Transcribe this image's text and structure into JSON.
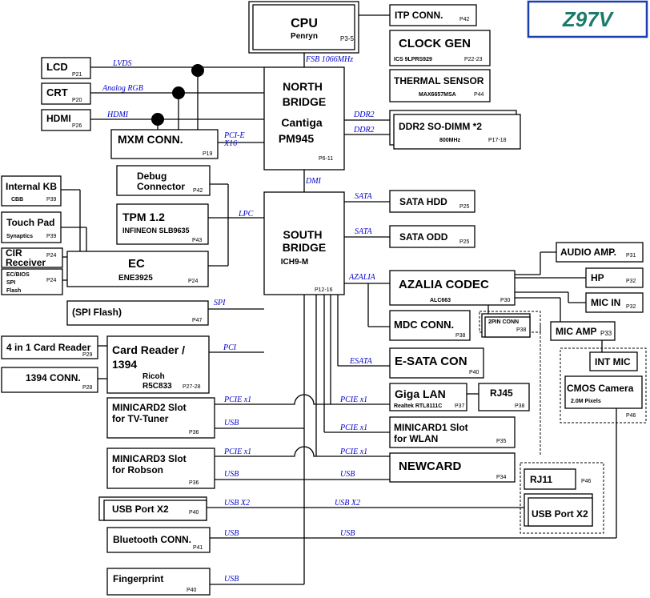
{
  "diagram_title": "Z97V",
  "blocks": {
    "cpu": {
      "name": "CPU",
      "sub": "Penryn",
      "page": "P3-5"
    },
    "itp": {
      "name": "ITP CONN.",
      "page": "P42"
    },
    "clock": {
      "name": "CLOCK GEN",
      "sub": "ICS 9LPRS929",
      "page": "P22-23"
    },
    "thermal": {
      "name": "THERMAL SENSOR",
      "sub": "MAX6657MSA",
      "page": "P44"
    },
    "nb": {
      "line1": "NORTH",
      "line2": "BRIDGE",
      "line3": "Cantiga",
      "line4": "PM945",
      "page": "P6-11"
    },
    "ddr": {
      "name": "DDR2 SO-DIMM *2",
      "sub": "800MHz",
      "page": "P17-18"
    },
    "lcd": {
      "name": "LCD",
      "page": "P21"
    },
    "crt": {
      "name": "CRT",
      "page": "P20"
    },
    "hdmi": {
      "name": "HDMI",
      "page": "P26"
    },
    "mxm": {
      "name": "MXM CONN.",
      "page": "P19"
    },
    "debug": {
      "line1": "Debug",
      "line2": "Connector",
      "page": "P42"
    },
    "tpm": {
      "name": "TPM 1.2",
      "sub": "INFINEON SLB9635",
      "page": "P43"
    },
    "sb": {
      "line1": "SOUTH",
      "line2": "BRIDGE",
      "line3": "ICH9-M",
      "page": "P12-16"
    },
    "sata_hdd": {
      "name": "SATA HDD",
      "page": "P25"
    },
    "sata_odd": {
      "name": "SATA ODD",
      "page": "P25"
    },
    "kb": {
      "name": "Internal KB",
      "sub": "CBB",
      "page": "P39"
    },
    "touchpad": {
      "name": "Touch Pad",
      "sub": "Synaptics",
      "page": "P39"
    },
    "cir": {
      "line1": "CIR",
      "line2": "Receiver",
      "page": "P24"
    },
    "ecbios": {
      "line1": "EC/BIOS",
      "line2": "SPI",
      "line3": "Flash",
      "page": "P24"
    },
    "ec": {
      "name": "EC",
      "sub": "ENE3925",
      "page": "P24"
    },
    "spiflash": {
      "name": "(SPI Flash)",
      "page": "P47"
    },
    "audioamp": {
      "name": "AUDIO AMP.",
      "page": "P31"
    },
    "hp": {
      "name": "HP",
      "page": "P32"
    },
    "micin": {
      "name": "MIC IN",
      "page": "P32"
    },
    "azalia": {
      "name": "AZALIA CODEC",
      "sub": "ALC663",
      "page": "P30"
    },
    "mdc": {
      "name": "MDC CONN.",
      "page": "P38"
    },
    "pin2": {
      "name": "2PIN CONN",
      "page": "P38"
    },
    "micamp": {
      "name": "MIC AMP",
      "page": "P33"
    },
    "intmic": {
      "name": "INT MIC"
    },
    "cmos": {
      "name": "CMOS Camera",
      "sub": "2.0M Pixels",
      "page": "P46"
    },
    "cardreader4": {
      "name": "4 in 1 Card Reader",
      "page": "P29"
    },
    "c1394": {
      "name": "1394 CONN.",
      "page": "P28"
    },
    "cardreader": {
      "line1": "Card Reader /",
      "line2": "1394",
      "line3": "Ricoh",
      "line4": "R5C833",
      "page": "P27-28"
    },
    "esata": {
      "name": "E-SATA CON",
      "page": "P40"
    },
    "gigalan": {
      "name": "Giga LAN",
      "sub": "Realtek RTL8111C",
      "page": "P37"
    },
    "rj45": {
      "name": "RJ45",
      "page": "P38"
    },
    "minicard2": {
      "line1": "MINICARD2 Slot",
      "line2": "for TV-Tuner",
      "page": "P36"
    },
    "minicard1": {
      "line1": "MINICARD1 Slot",
      "line2": "for WLAN",
      "page": "P35"
    },
    "minicard3": {
      "line1": "MINICARD3 Slot",
      "line2": "for Robson",
      "page": "P36"
    },
    "newcard": {
      "name": "NEWCARD",
      "page": "P34"
    },
    "rj11": {
      "name": "RJ11",
      "page": "P46"
    },
    "usbx2_left": {
      "name": "USB Port X2",
      "page": "P40"
    },
    "usbx2_right": {
      "name": "USB Port X2"
    },
    "bluetooth": {
      "name": "Bluetooth CONN.",
      "page": "P41"
    },
    "fingerprint": {
      "name": "Fingerprint",
      "page": "P40"
    }
  },
  "buses": {
    "fsb": "FSB 1066MHz",
    "lvds": "LVDS",
    "analog_rgb": "Analog RGB",
    "hdmi": "HDMI",
    "pcie_x16_a": "PCI-E",
    "pcie_x16_b": "X16",
    "ddr2_a": "DDR2",
    "ddr2_b": "DDR2",
    "dmi": "DMI",
    "lpc": "LPC",
    "sata_a": "SATA",
    "sata_b": "SATA",
    "azalia": "AZALIA",
    "spi": "SPI",
    "pci": "PCI",
    "esata": "ESATA",
    "pcie_x1_a": "PCIE x1",
    "pcie_x1_b": "PCIE x1",
    "pcie_x1_c": "PCIE x1",
    "pcie_x1_d": "PCIE x1",
    "pcie_x1_e": "PCIE x1",
    "usb_a": "USB",
    "usb_b": "USB",
    "usb_c": "USB",
    "usb_x2_a": "USB X2",
    "usb_x2_b": "USB X2",
    "usb_d": "USB",
    "usb_e": "USB",
    "usb_f": "USB"
  },
  "colors": {
    "title_text": "#1a7b6b",
    "title_border": "#1a3fb0",
    "bus_label": "#0000cc"
  }
}
